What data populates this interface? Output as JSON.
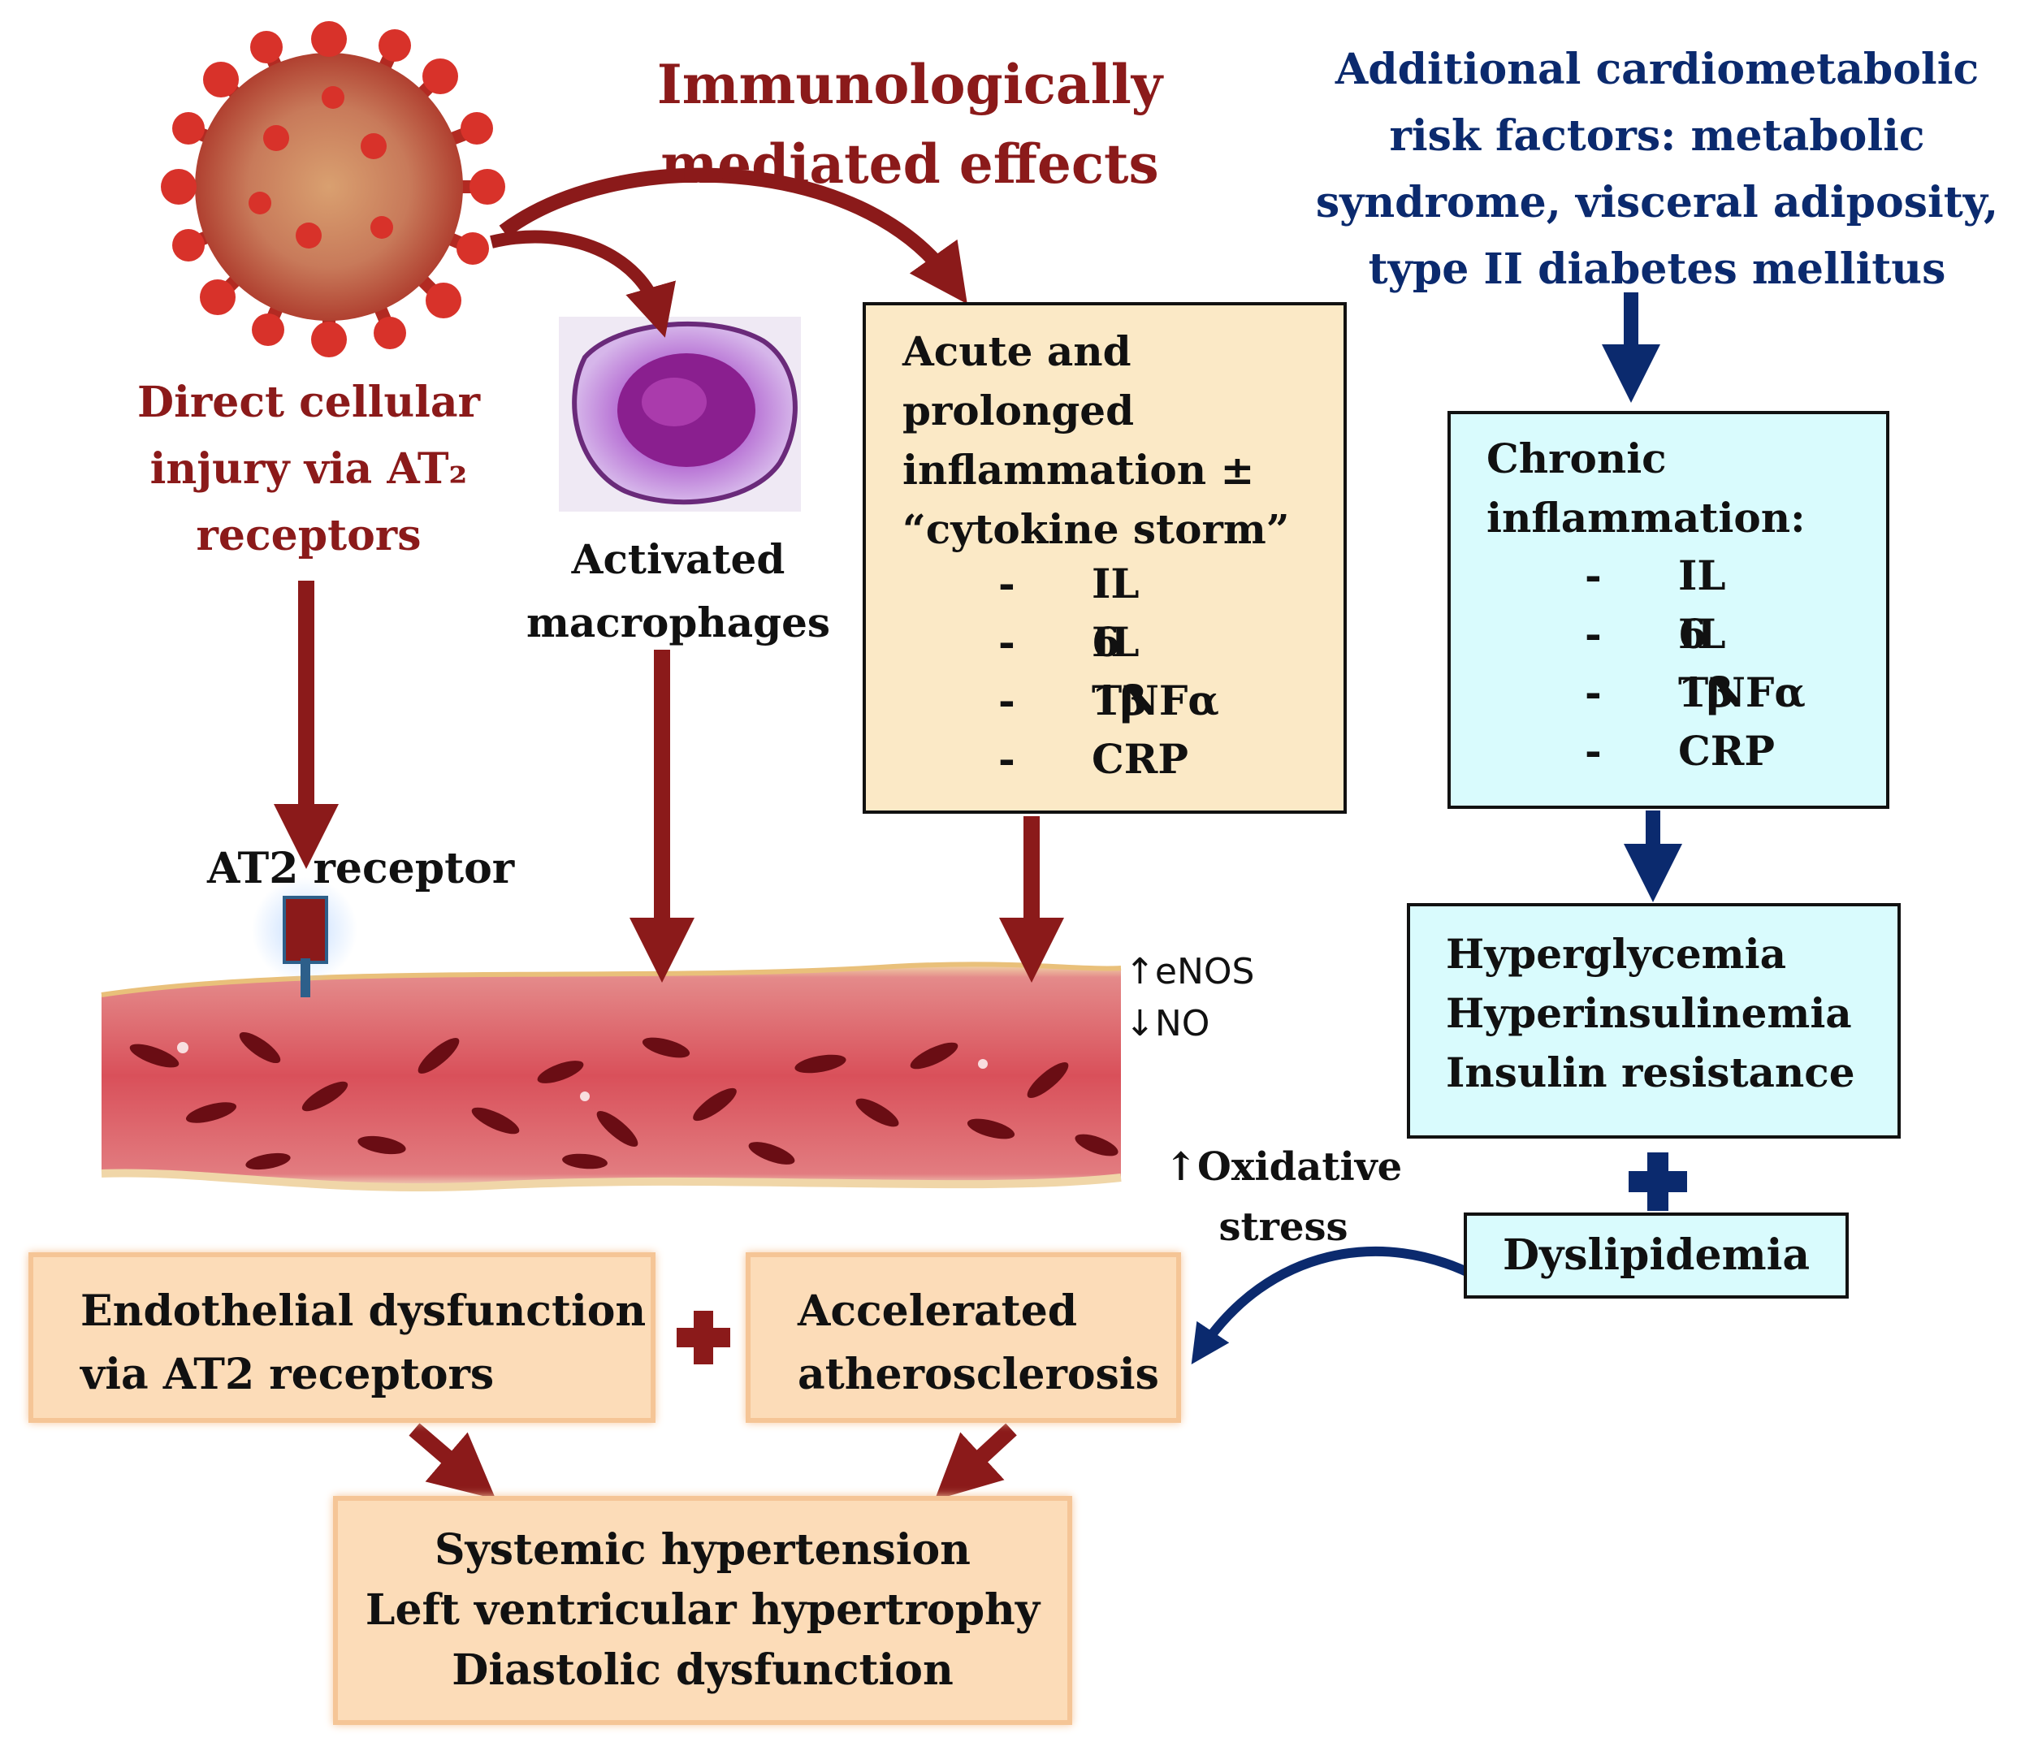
{
  "title_immuno": [
    "Immunologically",
    "mediated effects"
  ],
  "title_risk": [
    "Additional cardiometabolic",
    "risk factors: metabolic",
    "syndrome, visceral adiposity,",
    "type II diabetes mellitus"
  ],
  "direct_injury": [
    "Direct cellular",
    "injury via AT₂",
    "receptors"
  ],
  "activated_macrophages": [
    "Activated",
    "macrophages"
  ],
  "acute_box": {
    "heading": [
      "Acute and",
      "prolonged",
      "inflammation ±",
      "“cytokine storm”"
    ],
    "items": [
      "IL 6",
      "IL 1β",
      "TNFα",
      "CRP"
    ],
    "bullet": "-"
  },
  "chronic_box": {
    "heading": [
      "Chronic",
      "inflammation:"
    ],
    "items": [
      "IL 6",
      "IL 1β",
      "TNFα",
      "CRP"
    ],
    "bullet": "-"
  },
  "at2_receptor_label": "AT2 receptor",
  "enos_label": "↑eNOS",
  "no_label": "↓NO",
  "metabolic_box": [
    "Hyperglycemia",
    "Hyperinsulinemia",
    "Insulin resistance"
  ],
  "oxidative_stress": [
    "↑Oxidative",
    "stress"
  ],
  "dyslipidemia": "Dyslipidemia",
  "endothelial_box": [
    "Endothelial dysfunction",
    "via AT2 receptors"
  ],
  "athero_box": [
    "Accelerated",
    "atherosclerosis"
  ],
  "outcome_box": [
    "Systemic hypertension",
    "Left ventricular hypertrophy",
    "Diastolic dysfunction"
  ],
  "colors": {
    "dark_red": "#8b1a1a",
    "navy": "#0b2a6e",
    "beige_box": "#fbe9c6",
    "cyan_box": "#d9fbfd",
    "peach_box": "#fcdcb8",
    "vessel": "#d9505a"
  },
  "icons": [
    "coronavirus-icon",
    "macrophage-icon",
    "blood-vessel-icon",
    "at2-receptor-icon",
    "plus-icon"
  ]
}
